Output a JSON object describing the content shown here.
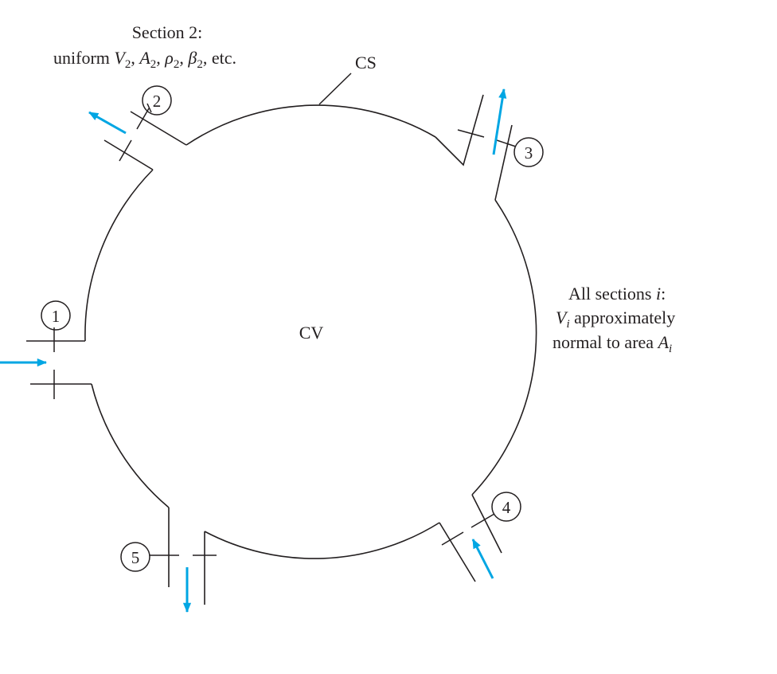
{
  "labels": {
    "cv": "CV",
    "cs": "CS",
    "section2_title": "Section 2:",
    "section2_prefix": "uniform ",
    "all_sections_title_prefix": "All sections ",
    "all_sections_title_var": "i",
    "all_sections_title_suffix": ":",
    "all_sections_mid_suffix": " approximately",
    "all_sections_last_prefix": "normal to area "
  },
  "sections": [
    {
      "id": "1",
      "flow": "in"
    },
    {
      "id": "2",
      "flow": "out"
    },
    {
      "id": "3",
      "flow": "out"
    },
    {
      "id": "4",
      "flow": "in"
    },
    {
      "id": "5",
      "flow": "out"
    }
  ],
  "colors": {
    "line": "#231f20",
    "arrow": "#00a6e3",
    "background": "#ffffff"
  }
}
